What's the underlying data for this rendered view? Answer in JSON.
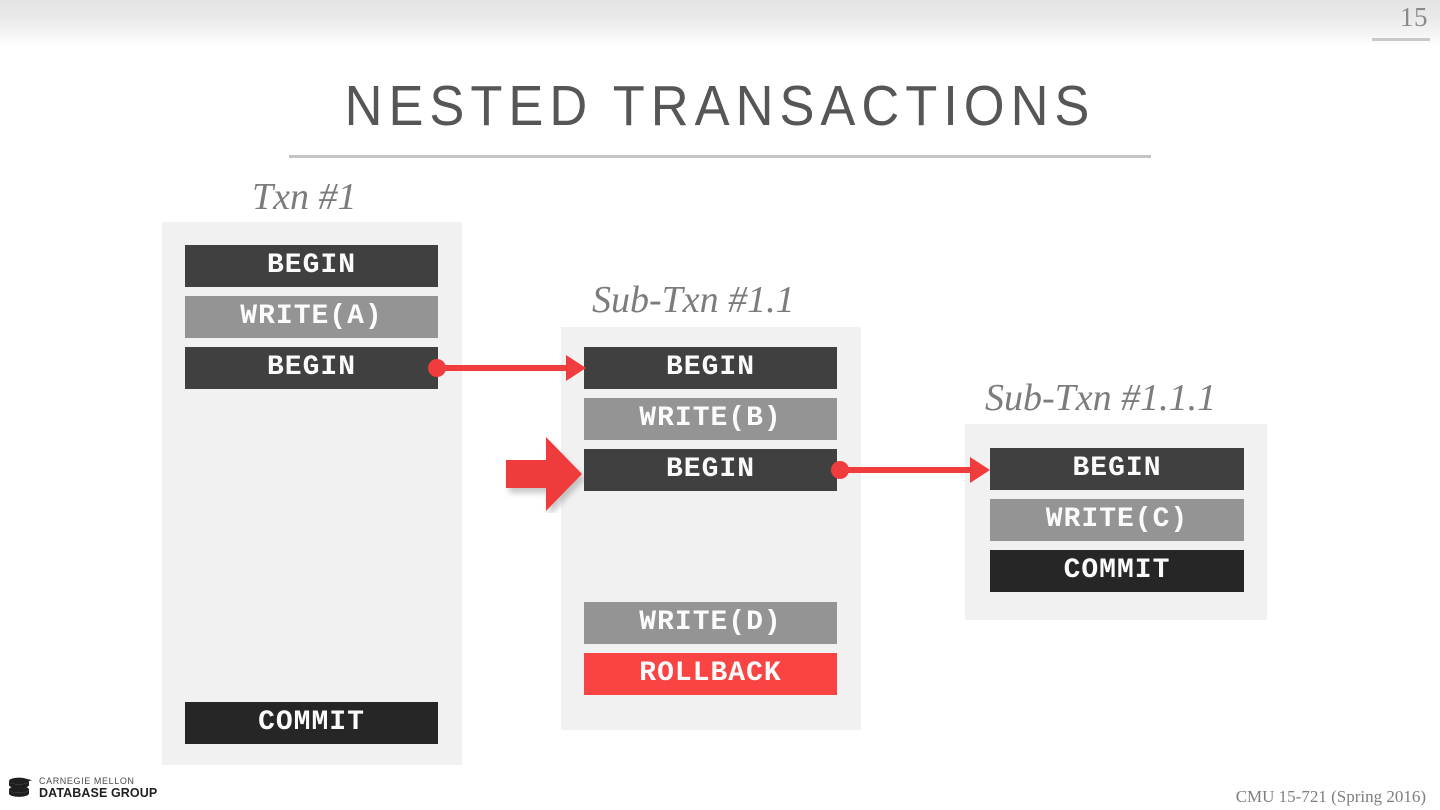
{
  "slide": {
    "page_number": "15",
    "title": "NESTED TRANSACTIONS",
    "accent_color": "#f03c3c",
    "dark_box_color": "#404040",
    "mid_box_color": "#949494",
    "commit_box_color": "#262626",
    "panel_bg_color": "#f1f1f1",
    "title_color": "#565656"
  },
  "panels": [
    {
      "label": "Txn #1",
      "ops": [
        {
          "text": "BEGIN",
          "kind": "begin"
        },
        {
          "text": "WRITE(A)",
          "kind": "write"
        },
        {
          "text": "BEGIN",
          "kind": "begin"
        },
        {
          "text": "COMMIT",
          "kind": "commit"
        }
      ]
    },
    {
      "label": "Sub-Txn #1.1",
      "ops": [
        {
          "text": "BEGIN",
          "kind": "begin"
        },
        {
          "text": "WRITE(B)",
          "kind": "write"
        },
        {
          "text": "BEGIN",
          "kind": "begin"
        },
        {
          "text": "WRITE(D)",
          "kind": "write"
        },
        {
          "text": "ROLLBACK",
          "kind": "rollback"
        }
      ]
    },
    {
      "label": "Sub-Txn #1.1.1",
      "ops": [
        {
          "text": "BEGIN",
          "kind": "begin"
        },
        {
          "text": "WRITE(C)",
          "kind": "write"
        },
        {
          "text": "COMMIT",
          "kind": "commit"
        }
      ]
    }
  ],
  "arrows": [
    {
      "name": "arrow-txn1-to-subtxn11",
      "from": "Txn #1 BEGIN",
      "to": "Sub-Txn #1.1 BEGIN"
    },
    {
      "name": "arrow-subtxn11-to-subtxn111",
      "from": "Sub-Txn #1.1 BEGIN",
      "to": "Sub-Txn #1.1.1 BEGIN"
    },
    {
      "name": "pointer-block-arrow",
      "points_at": "Sub-Txn #1.1 BEGIN"
    }
  ],
  "footer": {
    "logo_line1": "CARNEGIE MELLON",
    "logo_line2": "DATABASE GROUP",
    "course": "CMU 15-721 (Spring 2016)"
  }
}
